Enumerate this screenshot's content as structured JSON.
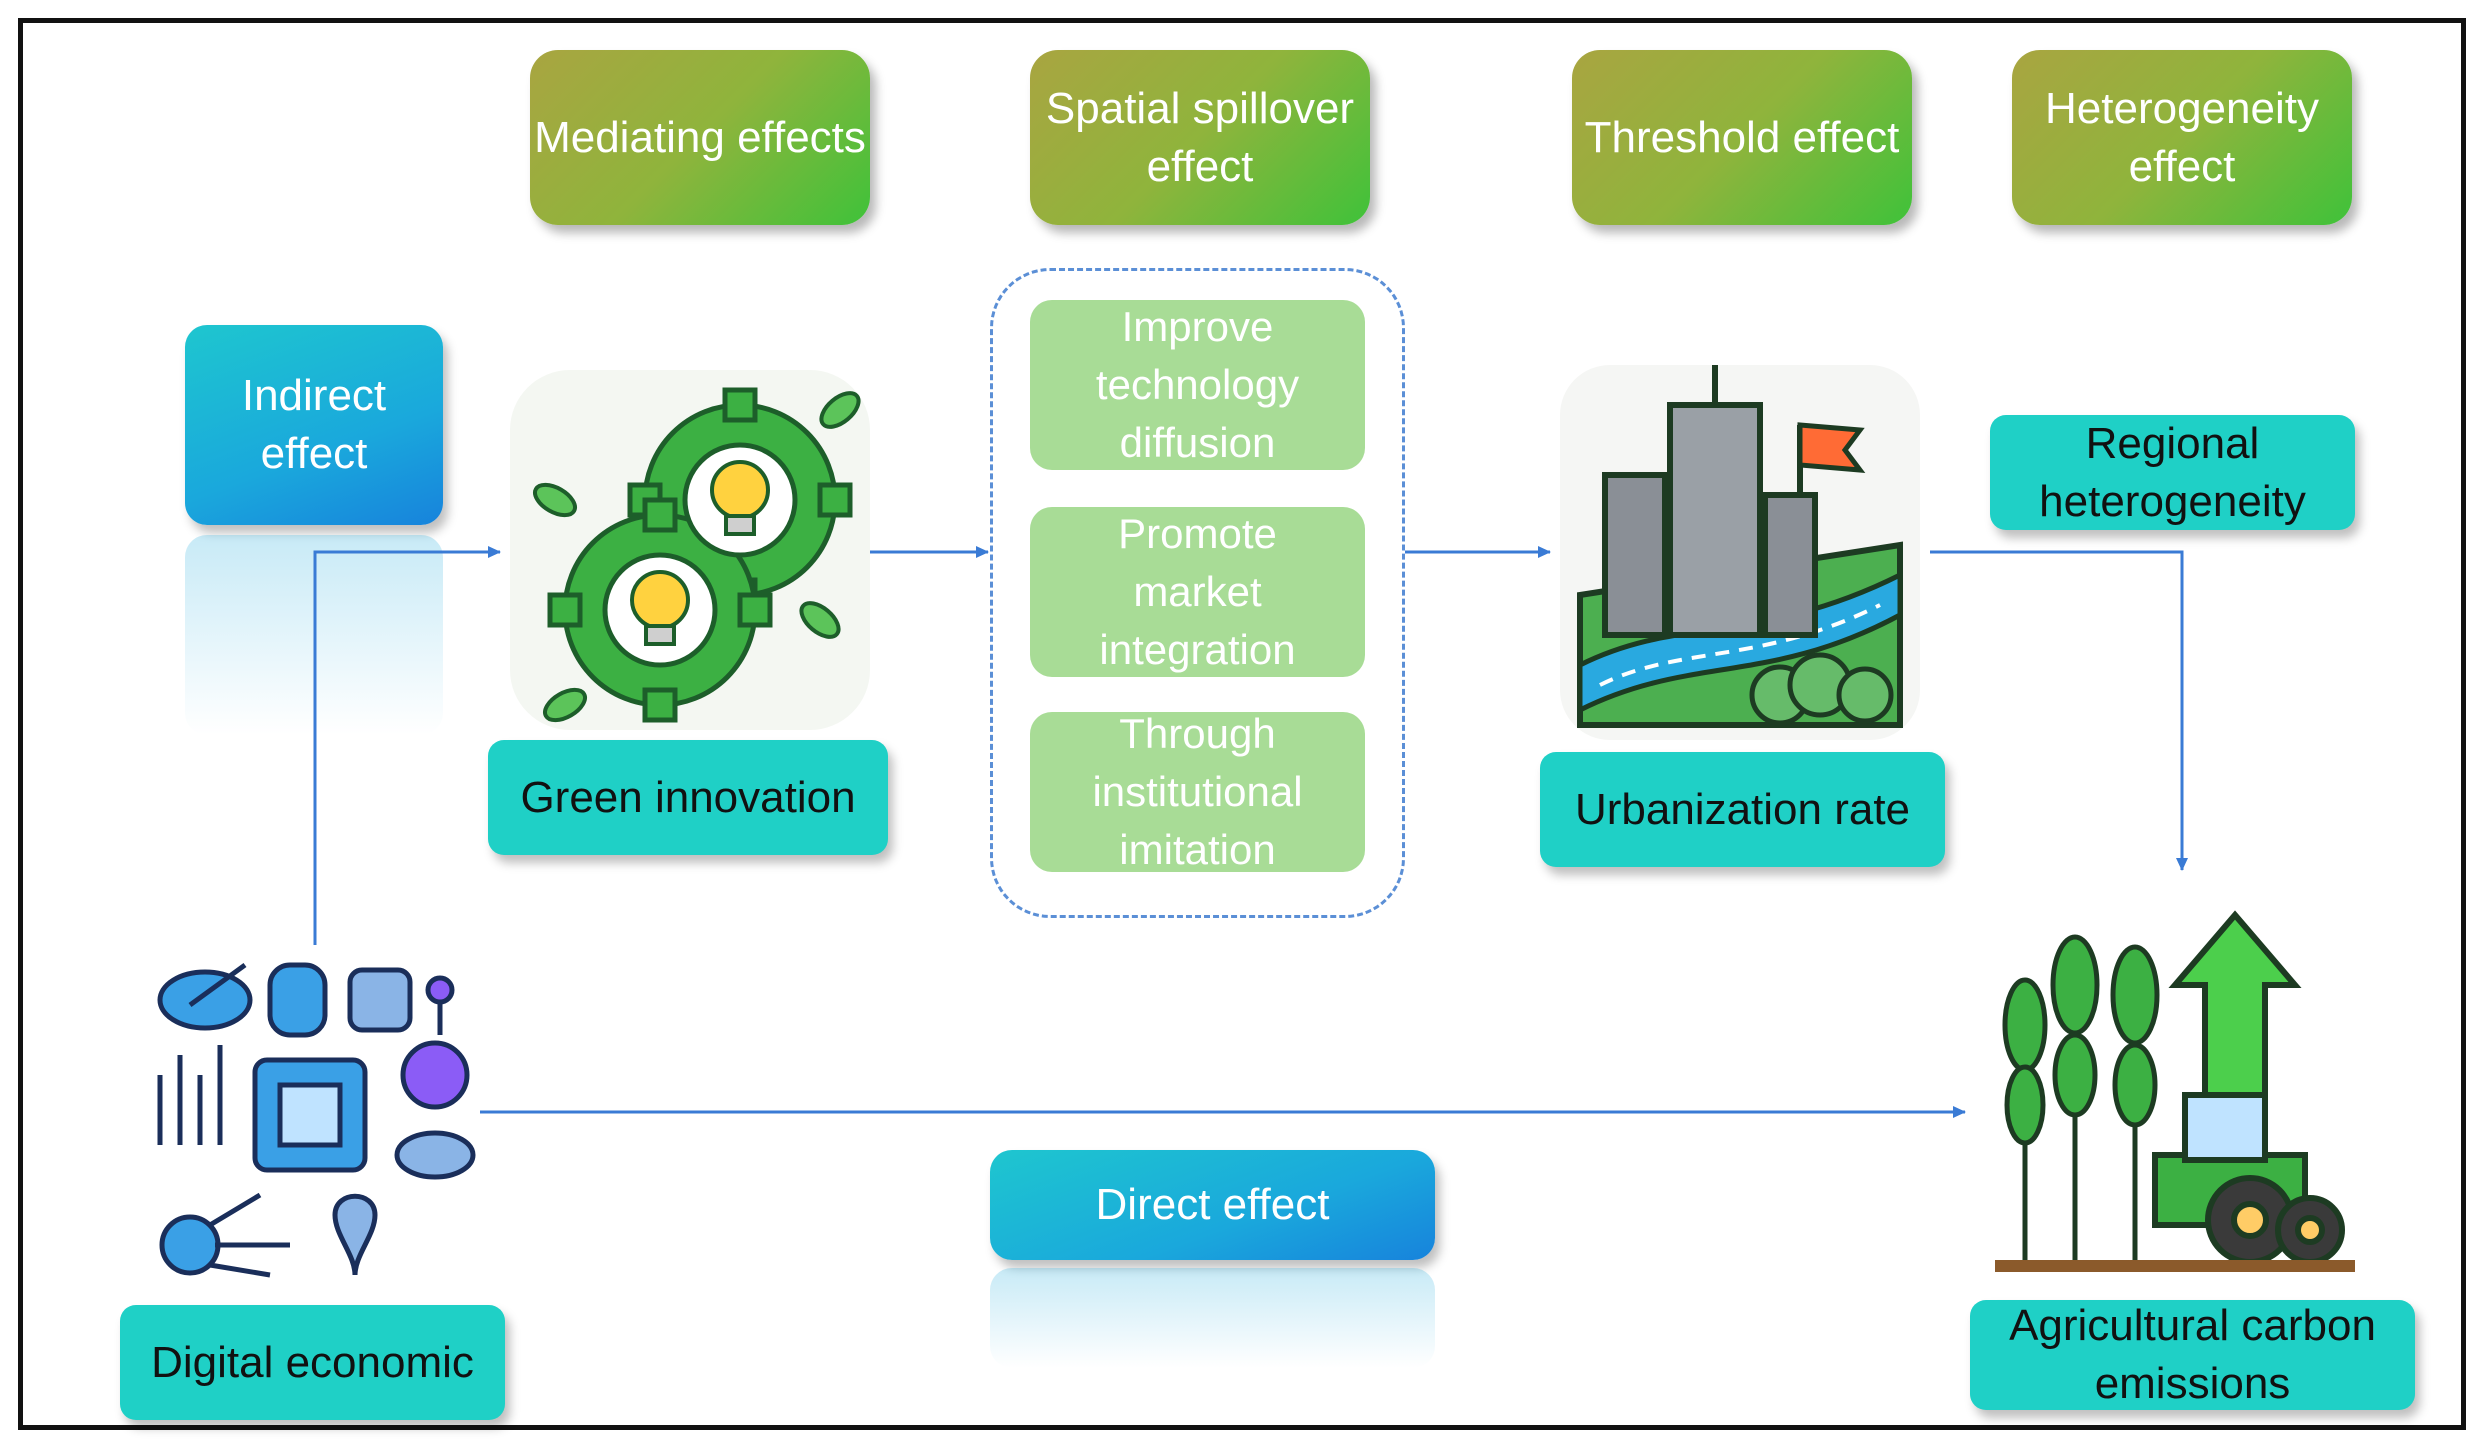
{
  "top_labels": {
    "mediating": "Mediating effects",
    "spatial": "Spatial spillover effect",
    "threshold": "Threshold effect",
    "heterogeneity": "Heterogeneity effect"
  },
  "indirect_effect": "Indirect effect",
  "green_innovation": "Green innovation",
  "spillover_channels": [
    "Improve technology diffusion",
    "Promote market integration",
    "Through institutional imitation"
  ],
  "urbanization_rate": "Urbanization rate",
  "regional_heterogeneity": "Regional heterogeneity",
  "direct_effect": "Direct effect",
  "digital_economic": "Digital economic",
  "agricultural_carbon_emissions": "Agricultural carbon emissions",
  "colors": {
    "arrow": "#3a7bd5",
    "teal_box": "#1fd0c6",
    "olive_start": "#a9a541",
    "olive_end": "#3fc23a",
    "light_green": "#a8dc96",
    "gear_green": "#3cb043",
    "bulb_yellow": "#ffd23f"
  },
  "icons": [
    "gear-lightbulb-icon",
    "city-river-icon",
    "digital-tech-icon",
    "crops-tractor-arrow-icon"
  ]
}
